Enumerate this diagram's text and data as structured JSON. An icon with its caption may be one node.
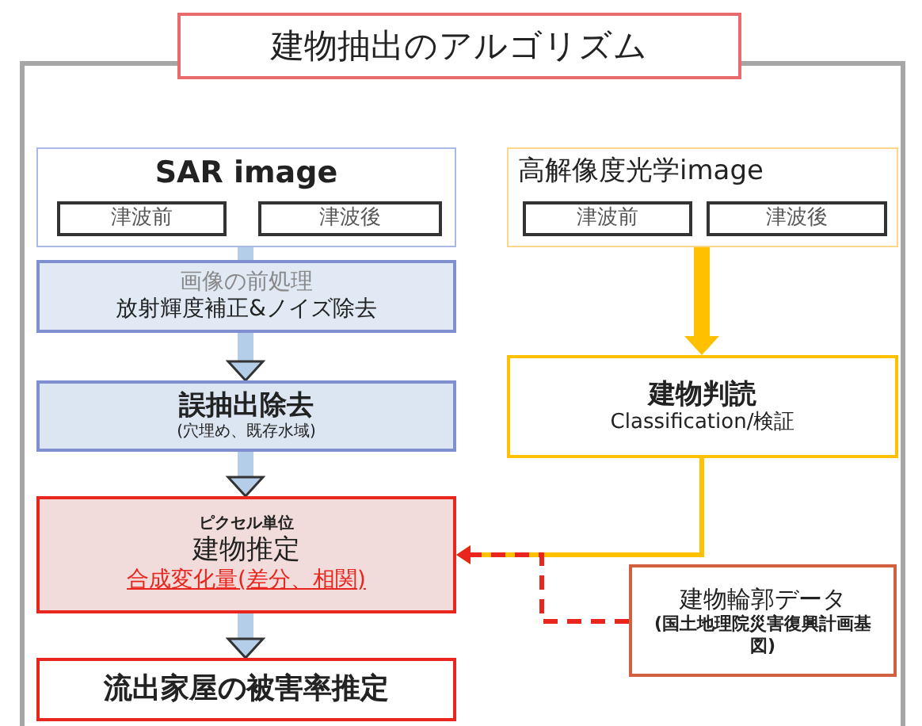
{
  "diagram": {
    "title": "建物抽出のアルゴリズム",
    "nodes": [
      {
        "text": [
          "SAR image"
        ]
      },
      {
        "text": [
          "津波前"
        ],
        "in": 0
      },
      {
        "text": [
          "津波後"
        ],
        "in": 0
      },
      {
        "text": [
          "高解像度光学image"
        ]
      },
      {
        "text": [
          "津波前"
        ],
        "in": 3
      },
      {
        "text": [
          "津波後"
        ],
        "in": 3
      },
      {
        "text": [
          "画像の前処理",
          "放射輝度補正&ノイズ除去"
        ]
      },
      {
        "text": [
          "誤抽出除去",
          "(穴埋め、既存水域)"
        ]
      },
      {
        "text": [
          "建物判読",
          "Classification/検証"
        ]
      },
      {
        "text": [
          "ピクセル単位",
          "建物推定",
          "合成変化量(差分、相関)"
        ]
      },
      {
        "text": [
          "建物輪郭データ",
          "(国土地理院災害復興計画基図)"
        ]
      },
      {
        "text": [
          "流出家屋の被害率推定"
        ]
      }
    ],
    "edges": [
      {
        "from": 0,
        "to": 6,
        "arrow": "none"
      },
      {
        "from": 6,
        "to": 7,
        "arrow": "to"
      },
      {
        "from": 7,
        "to": 9,
        "arrow": "to"
      },
      {
        "from": 9,
        "to": 11,
        "arrow": "to"
      },
      {
        "from": 3,
        "to": 8,
        "arrow": "to",
        "color": "#ffc000"
      },
      {
        "from": 8,
        "to": 9,
        "arrow": "to",
        "color": "#ffc000"
      },
      {
        "from": 10,
        "to": 9,
        "arrow": "to",
        "style": "dashed",
        "color": "#e8261e"
      }
    ]
  }
}
